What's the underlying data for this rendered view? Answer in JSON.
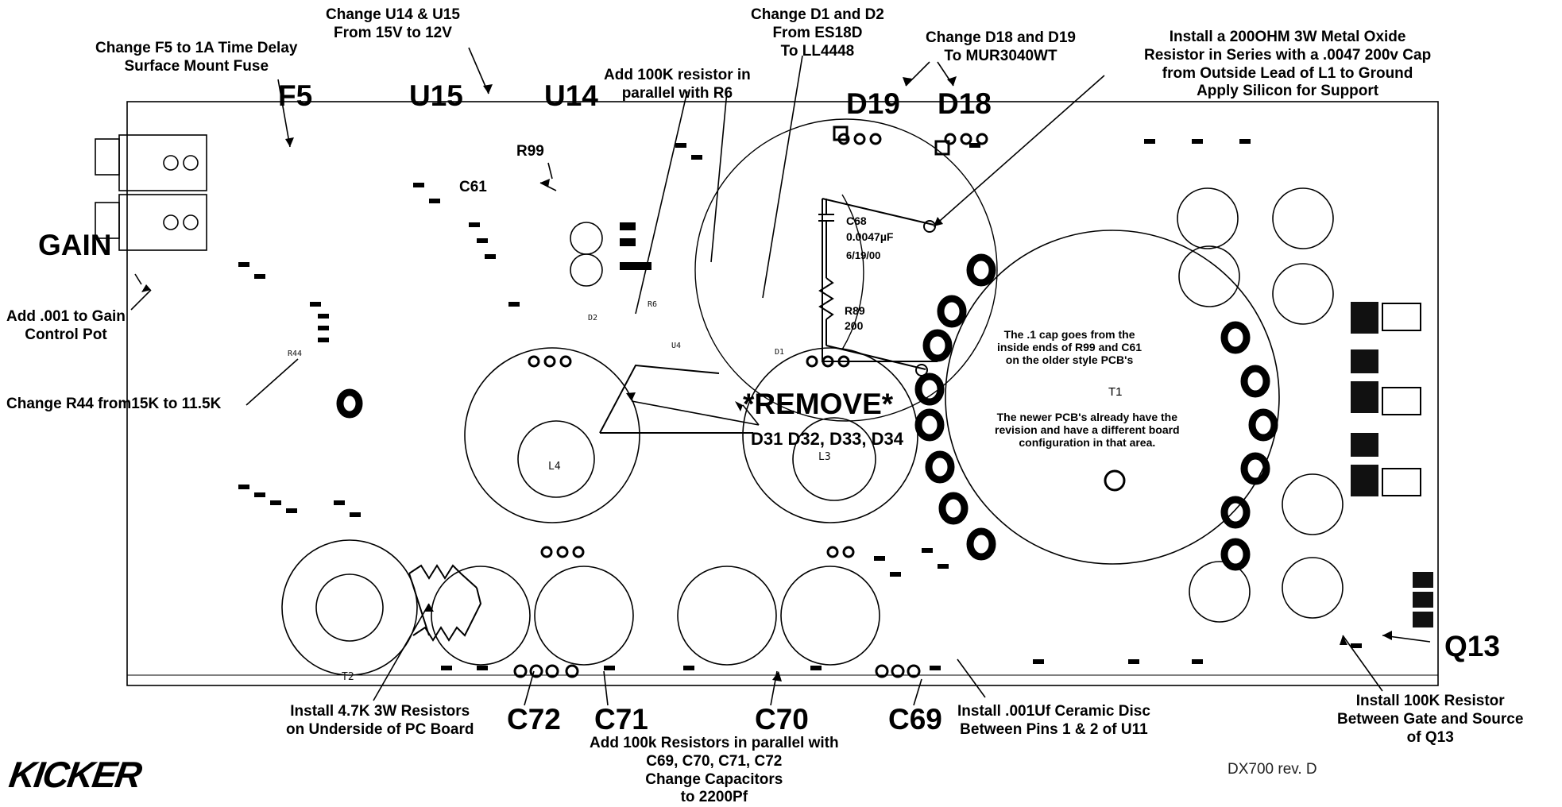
{
  "notes": {
    "change_u14_u15": [
      "Change U14 & U15",
      "From 15V to 12V"
    ],
    "change_f5": [
      "Change F5  to 1A Time Delay",
      "Surface Mount Fuse"
    ],
    "change_d1_d2": [
      "Change D1 and D2",
      "From ES18D",
      "To LL4448"
    ],
    "add_100k_r6": [
      "Add 100K resistor in",
      "parallel with R6"
    ],
    "change_d18_d19": [
      "Change D18 and D19",
      "To MUR3040WT"
    ],
    "install_200ohm": [
      "Install a 200OHM 3W Metal Oxide",
      "Resistor in Series with a .0047 200v Cap",
      "from Outside Lead of L1 to Ground",
      "Apply Silicon for Support"
    ],
    "add_001_gain": [
      "Add .001 to Gain",
      "Control Pot"
    ],
    "change_r44": "Change R44 from15K to 11.5K",
    "install_4_7k": [
      "Install 4.7K 3W Resistors",
      "on Underside of PC Board"
    ],
    "add_100k_caps": [
      "Add 100k Resistors in parallel with",
      "C69, C70, C71, C72",
      "Change Capacitors",
      "to 2200Pf"
    ],
    "install_001uf": [
      "Install .001Uf Ceramic Disc",
      "Between Pins 1 & 2 of U11"
    ],
    "install_100k_q13": [
      "Install 100K Resistor",
      "Between Gate and Source",
      "of Q13"
    ],
    "remove": "*REMOVE*",
    "remove_list": "D31  D32, D33, D34"
  },
  "refs": {
    "f5": "F5",
    "u15": "U15",
    "u14": "U14",
    "d19": "D19",
    "d18": "D18",
    "gain": "GAIN",
    "q13": "Q13",
    "c72": "C72",
    "c71": "C71",
    "c70": "C70",
    "c69": "C69",
    "r99": "R99",
    "c61": "C61"
  },
  "board_text": {
    "t1_note": [
      "The .1 cap goes from the",
      "inside ends of R99 and C61",
      "on the older style PCB's"
    ],
    "t1_label": "T1",
    "newer_note": [
      "The newer PCB's already have the",
      "revision and have a different board",
      "configuration in that area."
    ],
    "c68": "C68",
    "c68_value": "0.0047µF",
    "c68_date": "6/19/00",
    "r89": "R89",
    "r89_value": "200",
    "l4": "L4",
    "l3": "L3",
    "t2": "T2",
    "d1": "D1",
    "d2": "D2",
    "r6": "R6",
    "u4": "U4",
    "r44": "R44"
  },
  "brand": "KICKER",
  "revision": "DX700 rev. D"
}
